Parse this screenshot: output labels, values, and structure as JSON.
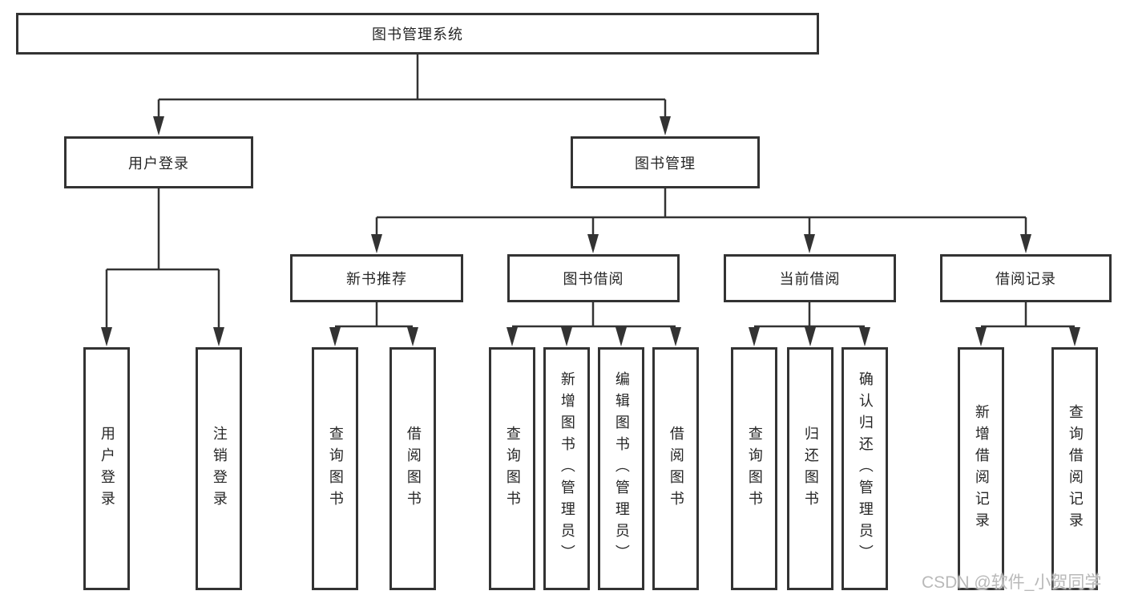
{
  "diagram_type": "tree-structure-chart",
  "colors": {
    "line": "#333333",
    "box_border": "#333333",
    "box_fill": "#ffffff",
    "text": "#262626",
    "watermark": "#b9b9b9",
    "background": "#ffffff"
  },
  "tree": {
    "label": "图书管理系统",
    "children": [
      {
        "label": "用户登录",
        "children": [
          {
            "label": "用户登录"
          },
          {
            "label": "注销登录"
          }
        ]
      },
      {
        "label": "图书管理",
        "children": [
          {
            "label": "新书推荐",
            "children": [
              {
                "label": "查询图书"
              },
              {
                "label": "借阅图书"
              }
            ]
          },
          {
            "label": "图书借阅",
            "children": [
              {
                "label": "查询图书"
              },
              {
                "label": "新增图书（管理员）"
              },
              {
                "label": "编辑图书（管理员）"
              },
              {
                "label": "借阅图书"
              }
            ]
          },
          {
            "label": "当前借阅",
            "children": [
              {
                "label": "查询图书"
              },
              {
                "label": "归还图书"
              },
              {
                "label": "确认归还（管理员）"
              }
            ]
          },
          {
            "label": "借阅记录",
            "children": [
              {
                "label": "新增借阅记录"
              },
              {
                "label": "查询借阅记录"
              }
            ]
          }
        ]
      }
    ]
  },
  "watermark": "CSDN @软件_小贺同学"
}
